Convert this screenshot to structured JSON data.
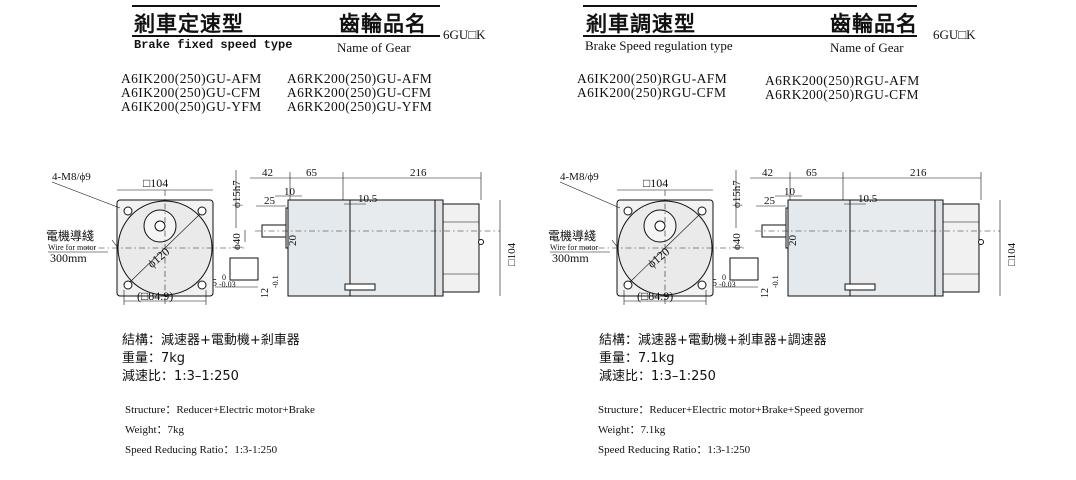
{
  "left": {
    "title_zh": "剎車定速型",
    "title_en": "Brake fixed speed type",
    "gear_zh": "齒輪品名",
    "gear_en": "Name of Gear",
    "gear_code": "6GU□K",
    "models_col1": [
      "A6IK200(250)GU-AFM",
      "A6IK200(250)GU-CFM",
      "A6IK200(250)GU-YFM"
    ],
    "models_col2": [
      "A6RK200(250)GU-AFM",
      "A6RK200(250)GU-CFM",
      "A6RK200(250)GU-YFM"
    ],
    "spec_zh": [
      "結構：減速器+電動機+剎車器",
      "重量：7kg",
      "減速比：1:3–1:250"
    ],
    "spec_en": [
      "Structure：Reducer+Electric motor+Brake",
      "Weight：7kg",
      "Speed Reducing Ratio：1:3-1:250"
    ]
  },
  "right": {
    "title_zh": "剎車調速型",
    "title_en": "Brake Speed regulation type",
    "gear_zh": "齒輪品名",
    "gear_en": "Name of Gear",
    "gear_code": "6GU□K",
    "models_col1": [
      "A6IK200(250)RGU-AFM",
      "A6IK200(250)RGU-CFM"
    ],
    "models_col2": [
      "A6RK200(250)RGU-AFM",
      "A6RK200(250)RGU-CFM"
    ],
    "spec_zh": [
      "結構：減速器+電動機+剎車器+調速器",
      "重量：7.1kg",
      "減速比：1:3–1:250"
    ],
    "spec_en": [
      "Structure：Reducer+Electric motor+Brake+Speed governor",
      "Weight：7.1kg",
      "Speed Reducing Ratio：1:3-1:250"
    ]
  },
  "drawing": {
    "bolt_label": "4-M8/ϕ9",
    "square_top": "□104",
    "square_bottom": "(□84.9)",
    "pcd": "ϕ120",
    "wire_zh": "電機導綫",
    "wire_en": "Wire for motor",
    "wire_len": "300mm",
    "shaft_dia": "ϕ15h7",
    "boss_dia": "ϕ40",
    "dim_42": "42",
    "dim_65": "65",
    "dim_216": "216",
    "dim_25": "25",
    "dim_10": "10",
    "dim_10_5": "10.5",
    "dim_20": "20",
    "dim_104": "□104",
    "key_w": "5",
    "key_w_tol": "-0.03",
    "key_h": "12",
    "key_h_tol": "-0.1",
    "zero": "0"
  }
}
